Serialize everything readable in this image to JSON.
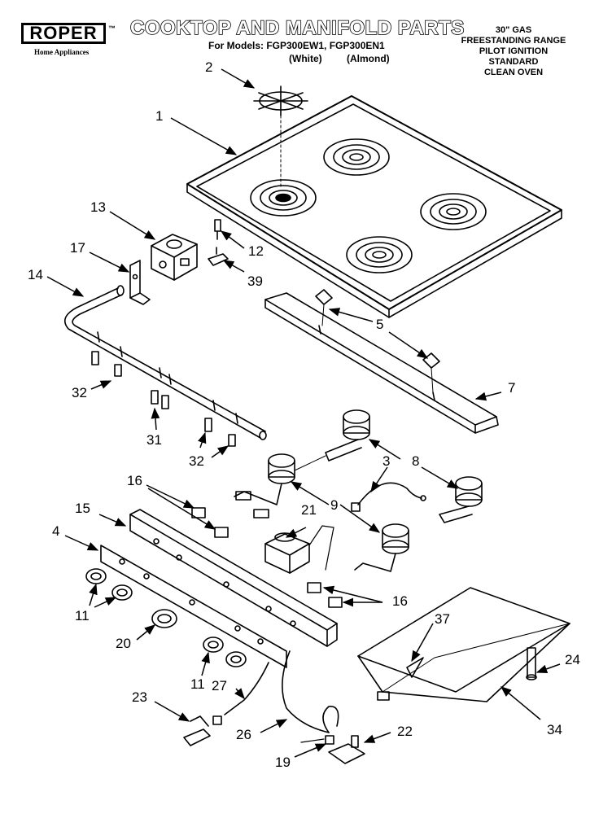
{
  "header": {
    "brand": "ROPER",
    "brand_mark": "™",
    "brand_tagline": "Home Appliances",
    "title": "COOKTOP AND MANIFOLD PARTS",
    "models_line": "For Models: FGP300EW1, FGP300EN1",
    "variant_white": "(White)",
    "variant_almond": "(Almond)"
  },
  "spec_lines": [
    "30\" GAS",
    "FREESTANDING RANGE",
    "PILOT IGNITION",
    "STANDARD",
    "CLEAN OVEN"
  ],
  "callouts": {
    "c1": "1",
    "c2": "2",
    "c3": "3",
    "c4": "4",
    "c5": "5",
    "c7": "7",
    "c8": "8",
    "c9": "9",
    "c11a": "11",
    "c11b": "11",
    "c12": "12",
    "c13": "13",
    "c14": "14",
    "c15": "15",
    "c16a": "16",
    "c16b": "16",
    "c17": "17",
    "c19": "19",
    "c20": "20",
    "c21": "21",
    "c22": "22",
    "c23": "23",
    "c24": "24",
    "c26": "26",
    "c27": "27",
    "c31": "31",
    "c32a": "32",
    "c32b": "32",
    "c34": "34",
    "c37": "37",
    "c39": "39"
  },
  "colors": {
    "ink": "#000000",
    "paper": "#ffffff"
  }
}
